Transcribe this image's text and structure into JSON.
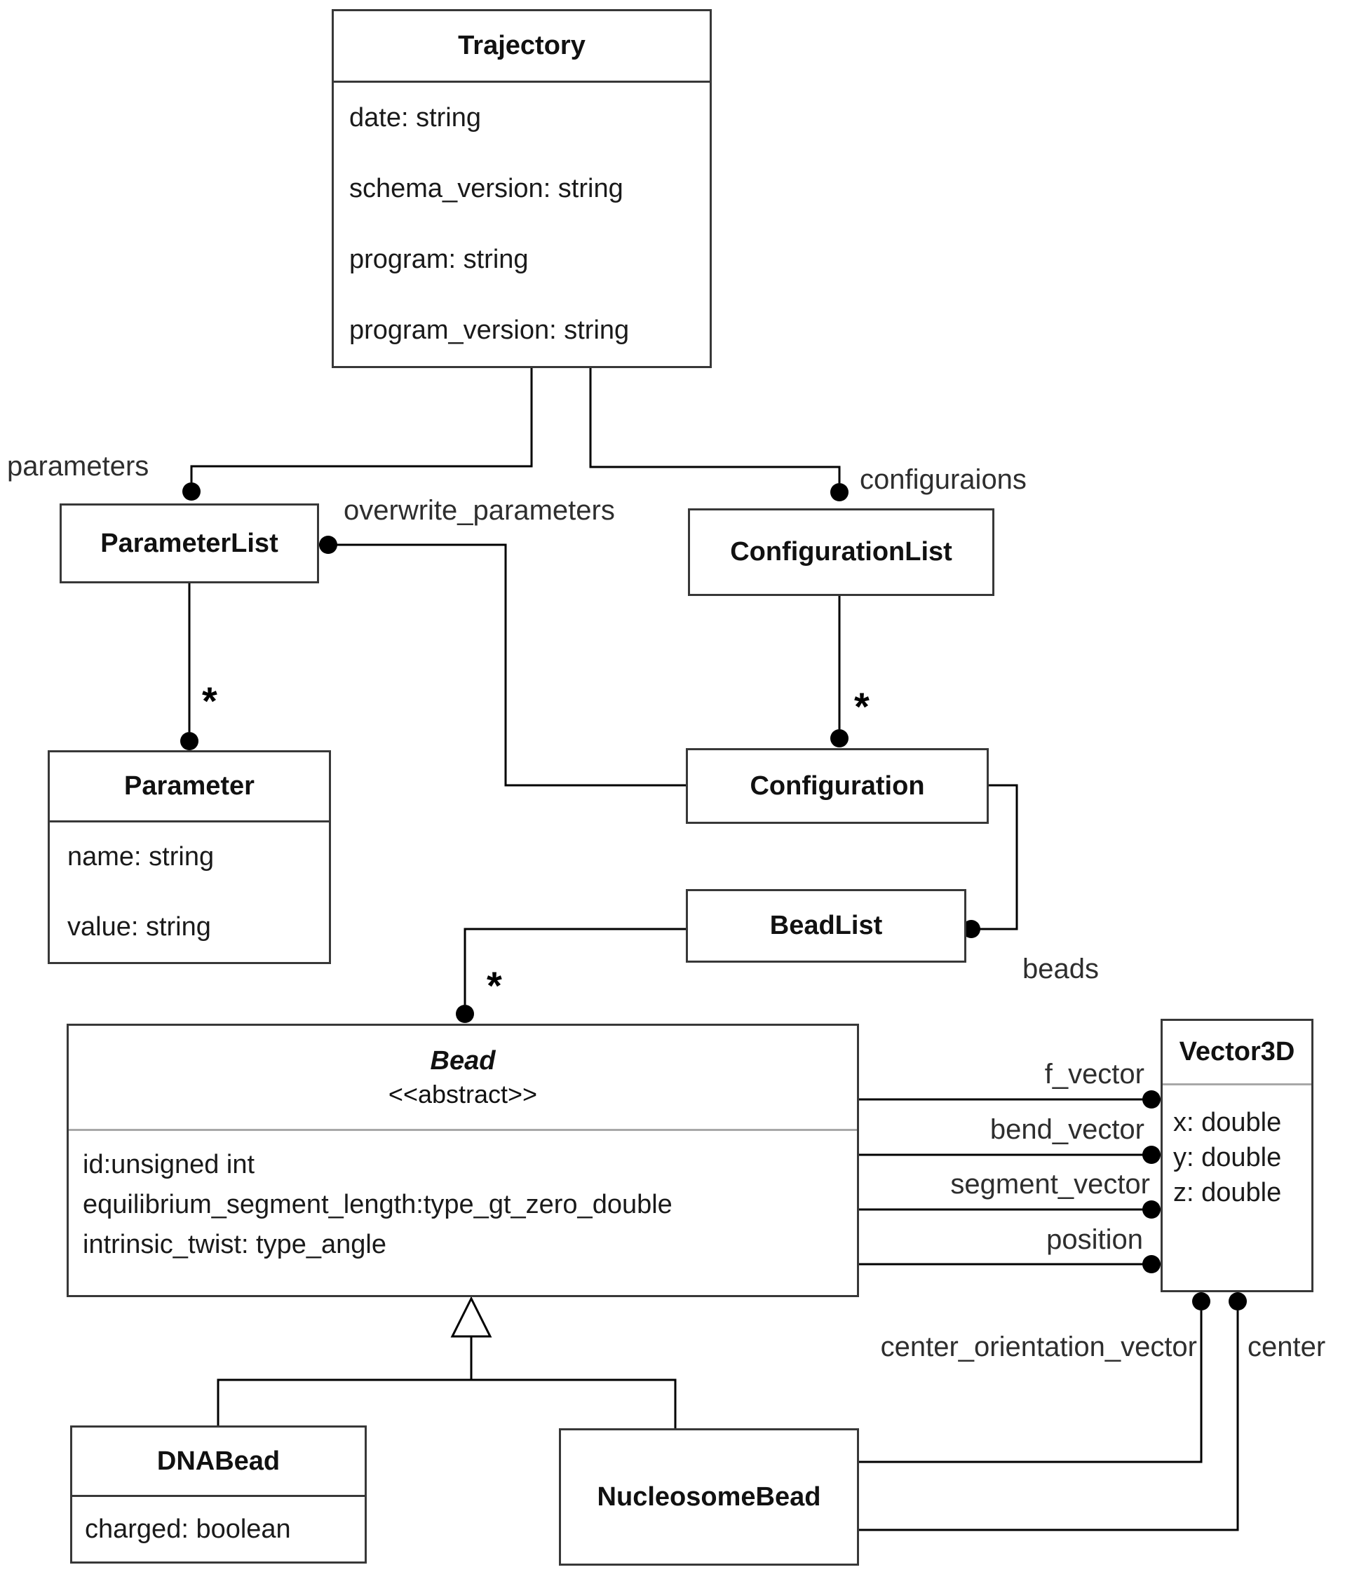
{
  "classes": {
    "trajectory": {
      "title": "Trajectory",
      "attributes": [
        "date: string",
        "schema_version: string",
        "program: string",
        "program_version: string"
      ]
    },
    "parameter_list": {
      "title": "ParameterList"
    },
    "configuration_list": {
      "title": "ConfigurationList"
    },
    "parameter": {
      "title": "Parameter",
      "attributes": [
        "name: string",
        "value: string"
      ]
    },
    "configuration": {
      "title": "Configuration"
    },
    "bead_list": {
      "title": "BeadList"
    },
    "bead": {
      "title": "Bead",
      "stereotype": "<<abstract>>",
      "attributes": [
        "id:unsigned int",
        "equilibrium_segment_length:type_gt_zero_double",
        "intrinsic_twist: type_angle"
      ]
    },
    "vector3d": {
      "title": "Vector3D",
      "attributes": [
        "x: double",
        "y: double",
        "z: double"
      ]
    },
    "dna_bead": {
      "title": "DNABead",
      "attributes": [
        "charged: boolean"
      ]
    },
    "nucleosome_bead": {
      "title": "NucleosomeBead"
    }
  },
  "labels": {
    "parameters": "parameters",
    "configuraions": "configuraions",
    "overwrite_parameters": "overwrite_parameters",
    "beads": "beads",
    "f_vector": "f_vector",
    "bend_vector": "bend_vector",
    "segment_vector": "segment_vector",
    "position": "position",
    "center_orientation_vector": "center_orientation_vector",
    "center": "center",
    "many": "*"
  },
  "colors": {
    "background": "#ffffff",
    "line": "#000000",
    "border": "#383838",
    "text": "#000000"
  }
}
